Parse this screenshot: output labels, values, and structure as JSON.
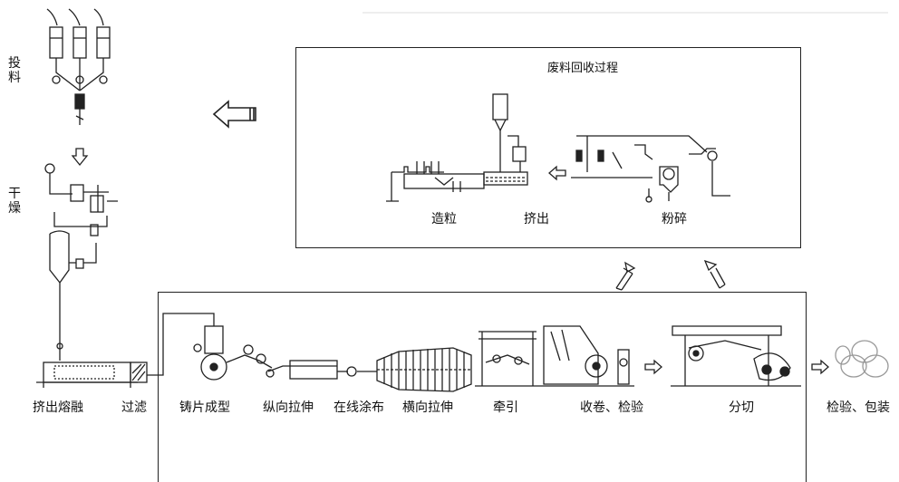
{
  "side_labels": {
    "feeding": "投料",
    "drying": "干燥"
  },
  "recycle": {
    "title": "废料回收过程",
    "granulate": "造粒",
    "extrude": "挤出",
    "crush": "粉碎"
  },
  "process": {
    "extrude_melt": "挤出熔融",
    "filter": "过滤",
    "cast_sheet": "铸片成型",
    "longitudinal_stretch": "纵向拉伸",
    "inline_coating": "在线涂布",
    "transverse_stretch": "横向拉伸",
    "traction": "牵引",
    "winding_inspection": "收卷、检验",
    "slitting": "分切",
    "inspection_packing": "检验、包装"
  },
  "icons": {
    "flow_arrow": "hollow-arrow-icon",
    "feed_arrow": "down-arrow-icon",
    "return_arrow": "diagonal-arrow-icon"
  }
}
